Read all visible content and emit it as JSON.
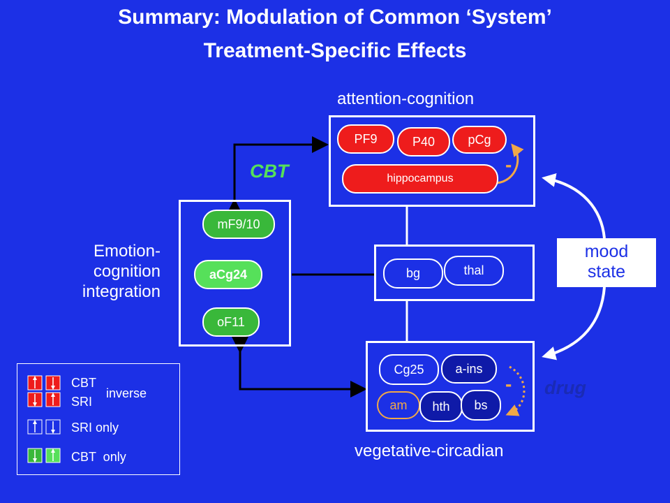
{
  "title": {
    "line1": "Summary: Modulation of Common ‘System’",
    "line2": "Treatment-Specific Effects"
  },
  "regions": {
    "attention": "attention-cognition",
    "vegetative": "vegetative-circadian",
    "emotion": [
      "Emotion-",
      "cognition",
      "integration"
    ]
  },
  "treatments": {
    "cbt": "CBT",
    "drug": "drug"
  },
  "mood_state": [
    "mood",
    "state"
  ],
  "nodes": {
    "pf9": "PF9",
    "p40": "P40",
    "pcg": "pCg",
    "hippocampus": "hippocampus",
    "mf9_10": "mF9/10",
    "acg24": "aCg24",
    "of11": "oF11",
    "bg": "bg",
    "thal": "thal",
    "cg25": "Cg25",
    "a_ins": "a-ins",
    "am": "am",
    "hth": "hth",
    "bs": "bs"
  },
  "minus_signs": {
    "top": "-",
    "bottom": "-"
  },
  "legend": {
    "cbt": "CBT",
    "sri": "SRI",
    "inverse": "inverse",
    "sri_only": "SRI only",
    "cbt_only": "CBT  only"
  },
  "colors": {
    "background": "#1c30e6",
    "red_node": "#ee1c1c",
    "green_node": "#39b83a",
    "light_green_node": "#56e05a",
    "navy_node": "#0f1aa8",
    "cbt_text": "#56e05a",
    "drug_text": "#1a2bb5",
    "feedback_arrow": "#f0a848"
  }
}
